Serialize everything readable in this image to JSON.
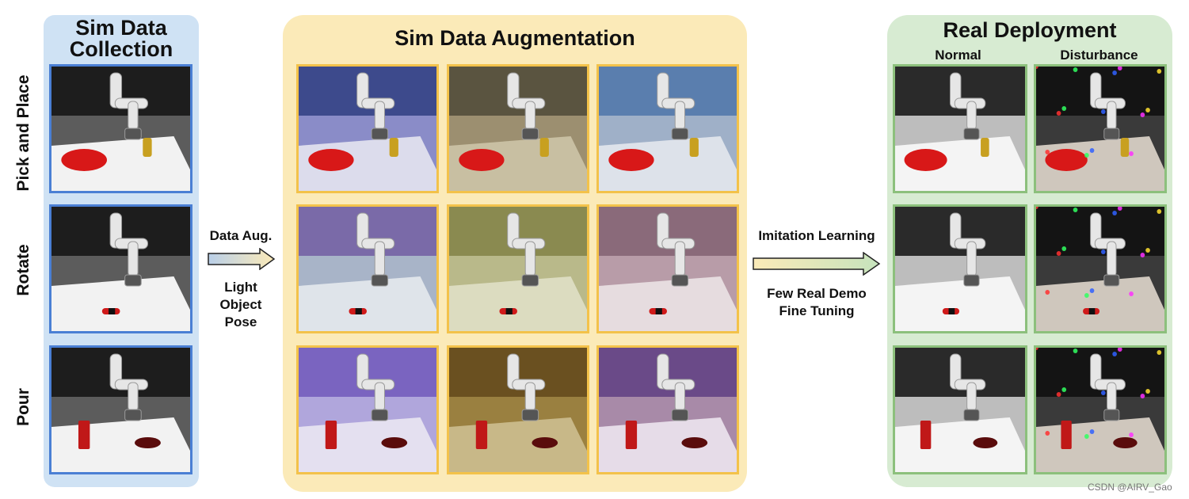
{
  "sections": {
    "sim": {
      "title_line1": "Sim Data",
      "title_line2": "Collection"
    },
    "aug": {
      "title": "Sim Data Augmentation"
    },
    "real": {
      "title": "Real Deployment",
      "col_normal": "Normal",
      "col_disturbance": "Disturbance"
    }
  },
  "tasks": [
    "Pick and Place",
    "Rotate",
    "Pour"
  ],
  "arrow_left": {
    "label": "Data Aug.",
    "caption_lines": [
      "Light",
      "Object",
      "Pose"
    ]
  },
  "arrow_right": {
    "label": "Imitation Learning",
    "caption_lines": [
      "Few Real Demo",
      "Fine Tuning"
    ]
  },
  "colors": {
    "sim_panel": "#cfe2f4",
    "aug_panel": "#fbeab8",
    "real_panel": "#d7ebd2",
    "sim_border": "#4a7fd4",
    "aug_border": "#f3c24a",
    "real_border": "#8cc07c"
  },
  "watermark": "CSDN @AIRV_Gao"
}
